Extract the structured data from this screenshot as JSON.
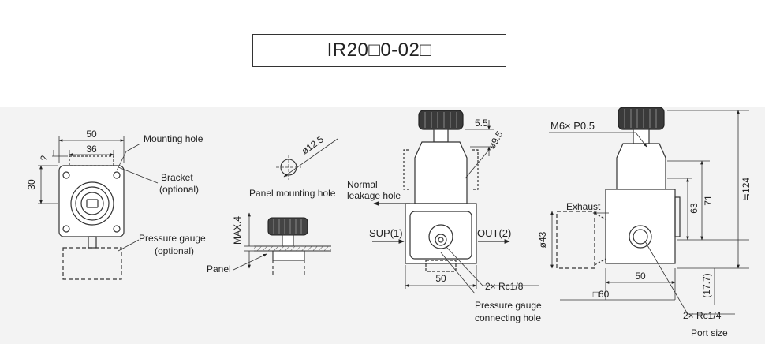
{
  "title": "IR20□0-02□",
  "front_view": {
    "dim_width": "50",
    "dim_inner": "36",
    "dim_top": "2",
    "dim_height": "30",
    "mounting_hole": "Mounting hole",
    "bracket": "Bracket",
    "bracket_optional": "(optional)",
    "pressure_gauge": "Pressure gauge",
    "pressure_gauge_optional": "(optional)"
  },
  "panel_view": {
    "dim_hole": "ø12.5",
    "panel_mounting_hole": "Panel mounting hole",
    "max": "MAX.4",
    "panel": "Panel"
  },
  "center_view": {
    "dim_55": "5.5",
    "dim_95": "ø9.5",
    "normal": "Normal",
    "leakage_hole": "leakage hole",
    "sup": "SUP(1)",
    "out": "OUT(2)",
    "dim_50": "50",
    "port": "2× Rc1/8",
    "gauge_hole_1": "Pressure gauge",
    "gauge_hole_2": "connecting hole"
  },
  "side_view": {
    "thread": "M6× P0.5",
    "exhaust": "Exhaust",
    "dim_124": "≒124",
    "dim_71": "71",
    "dim_63": "63",
    "dim_43": "ø43",
    "dim_50": "50",
    "dim_60": "□60",
    "dim_177": "(17.7)",
    "port": "2× Rc1/4",
    "port_size": "Port size"
  }
}
